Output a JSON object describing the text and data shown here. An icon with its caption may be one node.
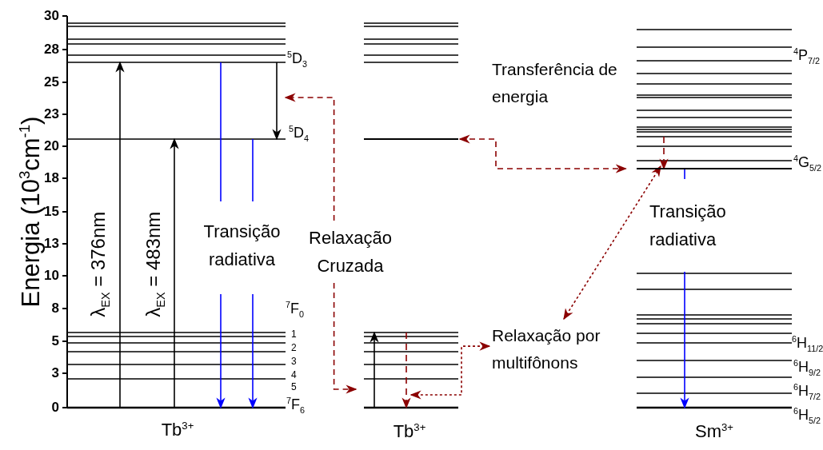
{
  "diagram": {
    "nodes": [
      {
        "text": [
          "Relaxação Cruzada"
        ]
      },
      {
        "text": [],
        "shape": "bar"
      },
      {
        "text": [],
        "shape": "bar"
      },
      {
        "text": [
          "Relaxação por multifônons"
        ]
      }
    ],
    "edges": [
      {
        "from": 0,
        "to": null,
        "arrow": "to",
        "style": "dashed",
        "color": "#8b0000"
      },
      {
        "from": 0,
        "to": null,
        "arrow": "to",
        "style": "dashed",
        "color": "#8b0000"
      },
      {
        "from": 1,
        "to": 2,
        "arrow": "both",
        "style": "dashed",
        "color": "#8b0000"
      },
      {
        "from": 3,
        "to": 2,
        "arrow": "both",
        "style": "dashed",
        "color": "#8b0000"
      },
      {
        "from": 3,
        "to": null,
        "arrow": "both",
        "style": "dashed",
        "color": "#8b0000"
      }
    ],
    "labels": [
      "30",
      "28",
      "25",
      "23",
      "20",
      "18",
      "15",
      "13",
      "10",
      "8",
      "5",
      "3",
      "0",
      "Energia (10$^{3}$cm$^{-1}$)",
      "$^{5}$D$_{3}$",
      "$^{5}$D$_{4}$",
      "$^{7}$F$_{0}$",
      "1",
      "2",
      "3",
      "4",
      "5",
      "$^{7}$F$_{6}$",
      "λ$_{EX}$ = 376nm",
      "λ$_{EX}$ = 483nm",
      "Transição radiativa",
      "Tb$^{3+}$",
      "Tb$^{3+}$",
      "Transferência de energia",
      "$^{4}$P$_{7/2}$",
      "$^{4}$G$_{5/2}$",
      "Transição radiativa",
      "$^{6}$H$_{11/2}$",
      "$^{6}$H$_{9/2}$",
      "$^{6}$H$_{7/2}$",
      "$^{6}$H$_{5/2}$",
      "Sm$^{3+}$"
    ]
  }
}
